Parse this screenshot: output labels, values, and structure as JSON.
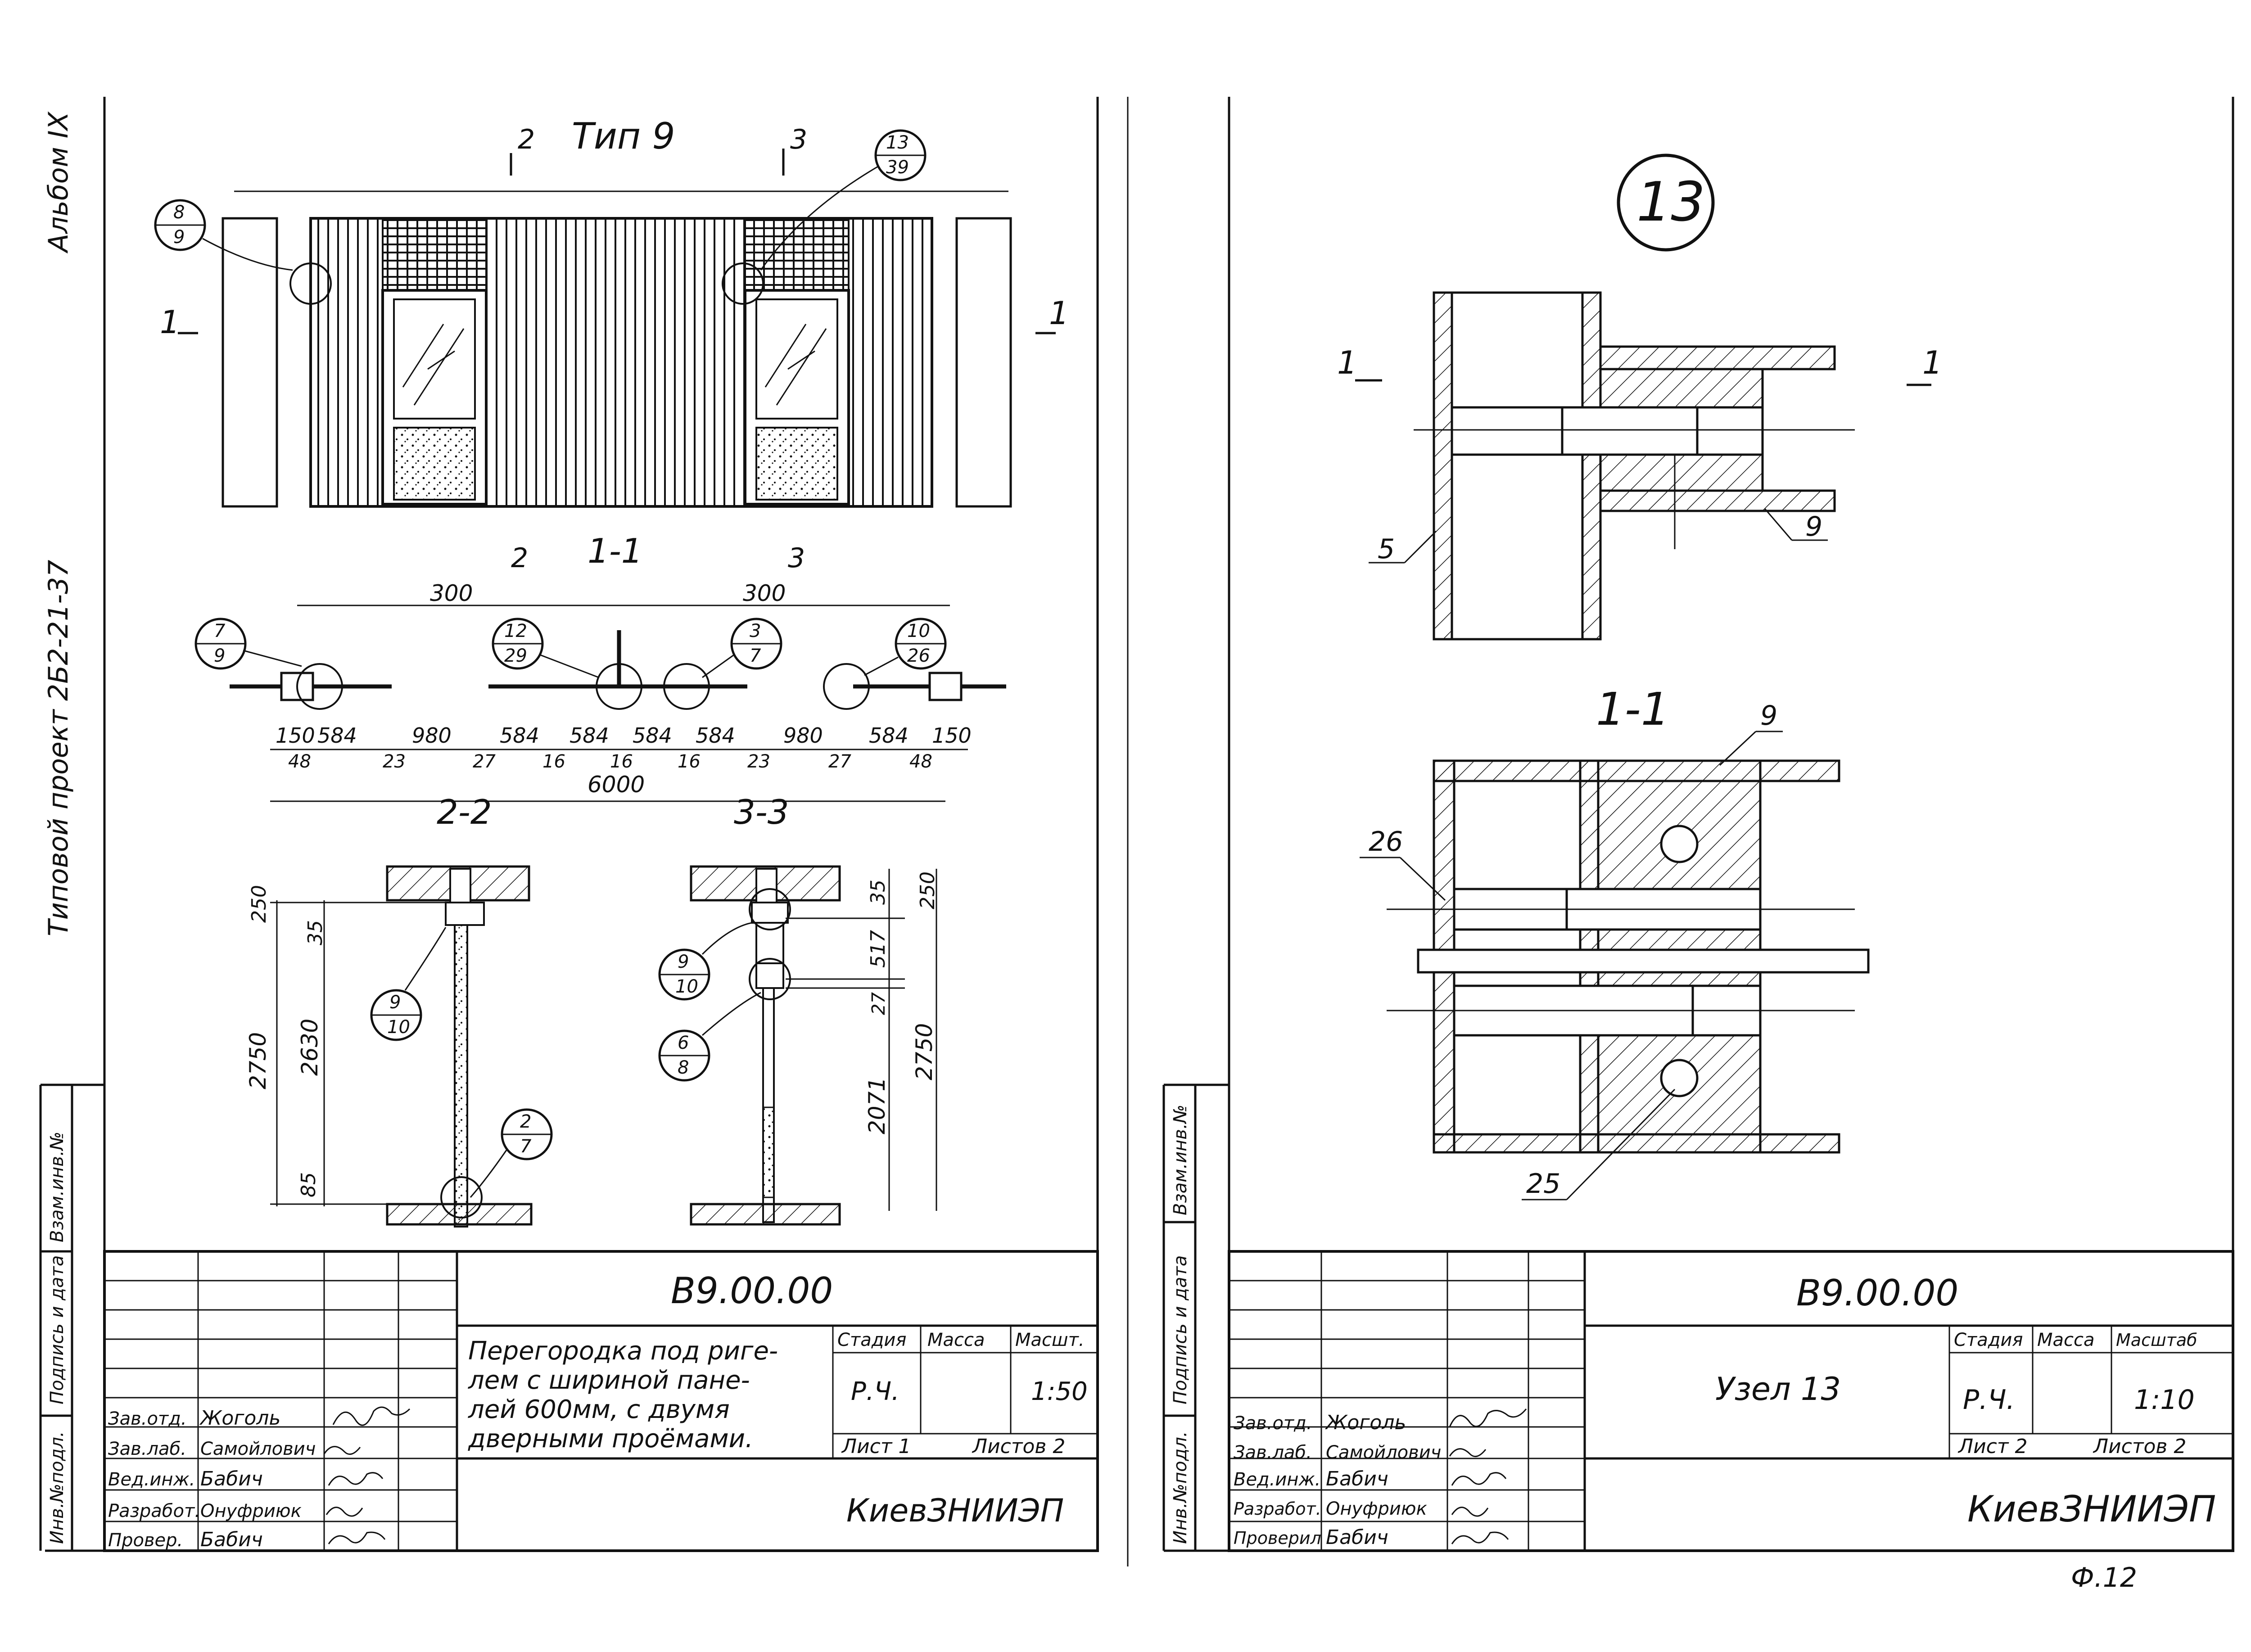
{
  "left_sheet": {
    "side_album": "Альбом IX",
    "side_project": "Типовой проект 2Б2-21-37",
    "side_labels": [
      "Взам.инв.№",
      "Подпись и дата",
      "Инв.№подл."
    ],
    "type_title": "Тип 9",
    "cut_marks": [
      "2",
      "3",
      "1",
      "1",
      "2",
      "3"
    ],
    "callouts": [
      {
        "top": "8",
        "bottom": "9"
      },
      {
        "top": "13",
        "bottom": "39"
      },
      {
        "top": "7",
        "bottom": "9"
      },
      {
        "top": "12",
        "bottom": "29"
      },
      {
        "top": "3",
        "bottom": "7"
      },
      {
        "top": "10",
        "bottom": "26"
      },
      {
        "top": "9",
        "bottom": "10"
      },
      {
        "top": "2",
        "bottom": "7"
      },
      {
        "top": "9",
        "bottom": "10"
      },
      {
        "top": "6",
        "bottom": "8"
      }
    ],
    "section_labels": [
      "1-1",
      "2-2",
      "3-3"
    ],
    "plan_dims_top": [
      "300",
      "300"
    ],
    "plan_dims_row1": [
      "150",
      "584",
      "980",
      "584",
      "584",
      "584",
      "584",
      "980",
      "584",
      "150"
    ],
    "plan_dims_row2": [
      "48",
      "23",
      "27",
      "16",
      "16",
      "16",
      "23",
      "27",
      "48"
    ],
    "plan_dim_total": "6000",
    "sec22_dims": [
      "250",
      "35",
      "2750",
      "2630",
      "85"
    ],
    "sec33_dims": [
      "250",
      "35",
      "517",
      "27",
      "2071",
      "2750"
    ],
    "title_block": {
      "code": "В9.00.00",
      "description": "Перегородка под ригелем с шириной панелей 600мм, с двумя дверными проёмами.",
      "stage_h": "Стадия",
      "mass_h": "Масса",
      "scale_h": "Масшт.",
      "stage": "Р.Ч.",
      "scale": "1:50",
      "sheet": "Лист 1",
      "sheets": "Листов 2",
      "org": "КиевЗНИИЭП",
      "roles": [
        {
          "role": "Зав.отд.",
          "name": "Жоголь"
        },
        {
          "role": "Зав.лаб.",
          "name": "Самойлович"
        },
        {
          "role": "Вед.инж.",
          "name": "Бабич"
        },
        {
          "role": "Разработ.",
          "name": "Онуфриюк"
        },
        {
          "role": "Провер.",
          "name": "Бабич"
        }
      ]
    }
  },
  "right_sheet": {
    "side_labels": [
      "Взам.инв.№",
      "Подпись и дата",
      "Инв.№подл."
    ],
    "node_number": "13",
    "cut_marks": [
      "1",
      "1"
    ],
    "leaders": [
      "5",
      "9",
      "9",
      "26",
      "25"
    ],
    "section_label": "1-1",
    "title_block": {
      "code": "В9.00.00",
      "description": "Узел 13",
      "stage_h": "Стадия",
      "mass_h": "Масса",
      "scale_h": "Масштаб",
      "stage": "Р.Ч.",
      "scale": "1:10",
      "sheet": "Лист 2",
      "sheets": "Листов 2",
      "org": "КиевЗНИИЭП",
      "roles": [
        {
          "role": "Зав.отд.",
          "name": "Жоголь"
        },
        {
          "role": "Зав.лаб.",
          "name": "Самойлович"
        },
        {
          "role": "Вед.инж.",
          "name": "Бабич"
        },
        {
          "role": "Разработ.",
          "name": "Онуфриюк"
        },
        {
          "role": "Проверил",
          "name": "Бабич"
        }
      ]
    },
    "page_mark": "Ф.12"
  }
}
